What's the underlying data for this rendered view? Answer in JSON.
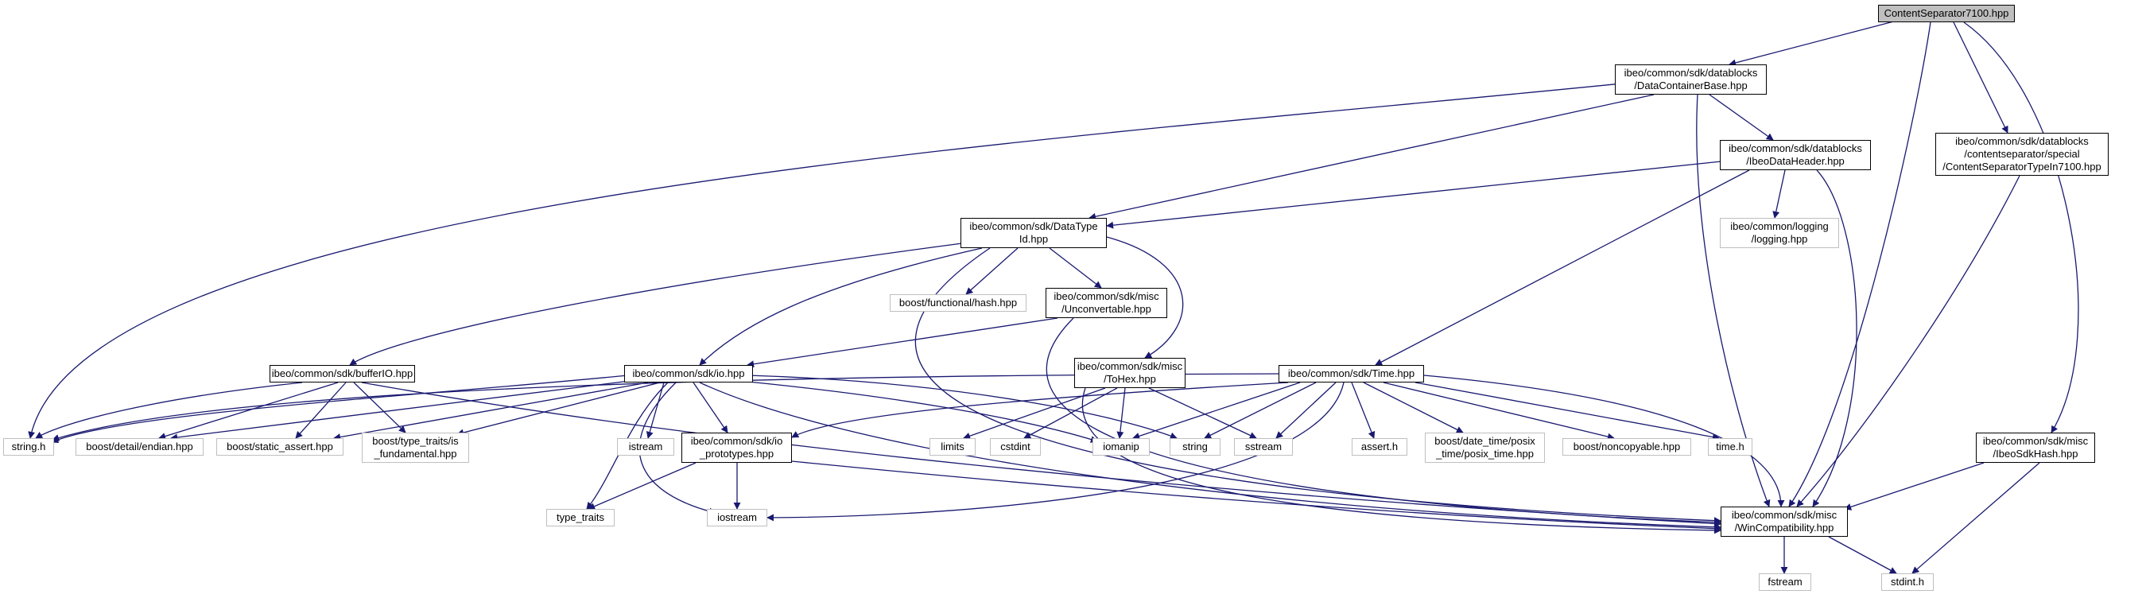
{
  "diagram": {
    "edge_color": "#191970",
    "nodes": {
      "root": "ContentSeparator7100.hpp",
      "datacontainerbase": "ibeo/common/sdk/datablocks\n/DataContainerBase.hpp",
      "ibeodataheader": "ibeo/common/sdk/datablocks\n/IbeoDataHeader.hpp",
      "cstypein": "ibeo/common/sdk/datablocks\n/contentseparator/special\n/ContentSeparatorTypeIn7100.hpp",
      "datatypeid": "ibeo/common/sdk/DataType\nId.hpp",
      "logging": "ibeo/common/logging\n/logging.hpp",
      "functional_hash": "boost/functional/hash.hpp",
      "unconvertable": "ibeo/common/sdk/misc\n/Unconvertable.hpp",
      "bufferio": "ibeo/common/sdk/bufferIO.hpp",
      "io": "ibeo/common/sdk/io.hpp",
      "tohex": "ibeo/common/sdk/misc\n/ToHex.hpp",
      "time": "ibeo/common/sdk/Time.hpp",
      "ibeosdkhash": "ibeo/common/sdk/misc\n/IbeoSdkHash.hpp",
      "string_h": "string.h",
      "endian": "boost/detail/endian.hpp",
      "static_assert": "boost/static_assert.hpp",
      "is_fundamental": "boost/type_traits/is\n_fundamental.hpp",
      "istream": "istream",
      "io_prototypes": "ibeo/common/sdk/io\n_prototypes.hpp",
      "limits": "limits",
      "cstdint": "cstdint",
      "iomanip": "iomanip",
      "string": "string",
      "sstream": "sstream",
      "assert_h": "assert.h",
      "posix_time": "boost/date_time/posix\n_time/posix_time.hpp",
      "noncopyable": "boost/noncopyable.hpp",
      "time_h": "time.h",
      "wincompat": "ibeo/common/sdk/misc\n/WinCompatibility.hpp",
      "type_traits": "type_traits",
      "iostream": "iostream",
      "fstream": "fstream",
      "stdint_h": "stdint.h"
    }
  }
}
